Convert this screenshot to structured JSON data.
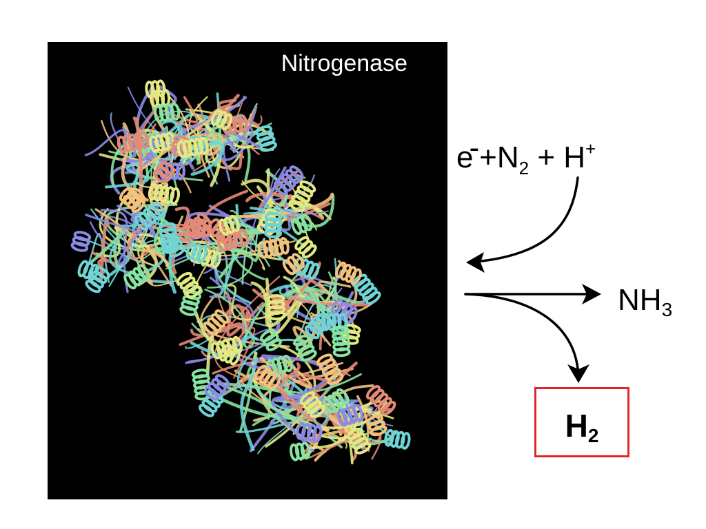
{
  "protein": {
    "title": "Nitrogenase",
    "ribbon_colors": [
      "#e3e982",
      "#86e3a0",
      "#6fd4d6",
      "#8a8be6",
      "#f3c27b",
      "#e58a76"
    ]
  },
  "reaction": {
    "electron": "e",
    "electron_charge": "-",
    "plus_1": "+",
    "n2_main": "N",
    "n2_sub": "2",
    "plus_2": "+",
    "proton": "H",
    "proton_charge": "+",
    "nh3_main": "NH",
    "nh3_sub": "3",
    "h2_main": "H",
    "h2_sub": "2",
    "highlight_color": "#e0262b"
  }
}
